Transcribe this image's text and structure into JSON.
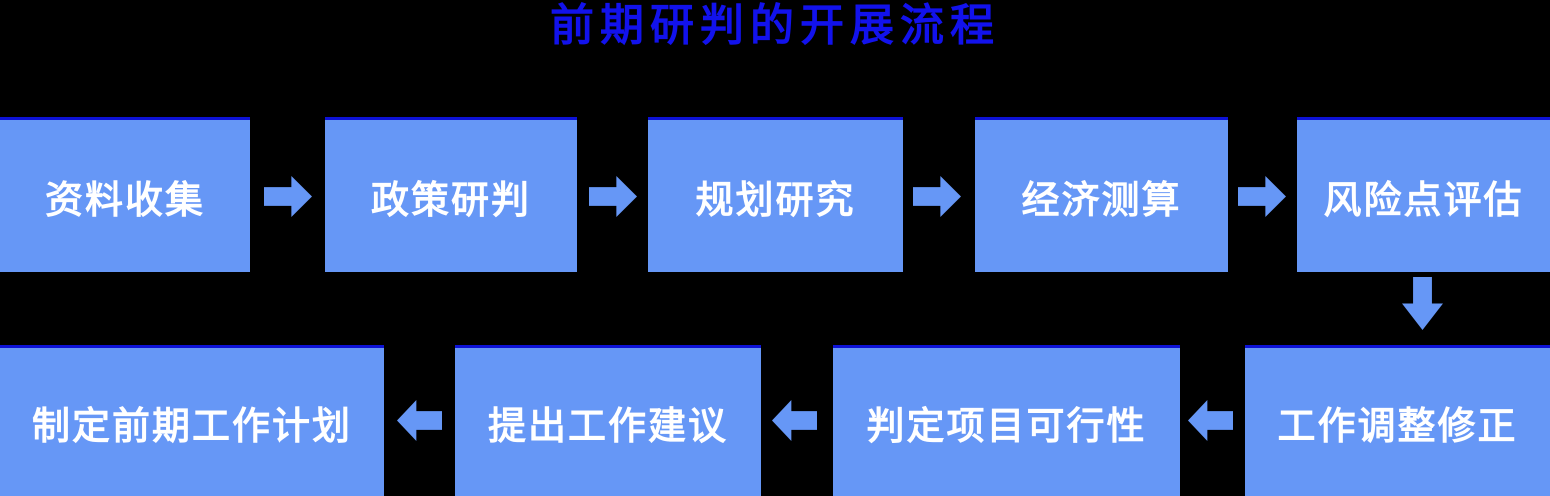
{
  "title": "前期研判的开展流程",
  "flow": {
    "top_row": [
      {
        "label": "资料收集"
      },
      {
        "label": "政策研判"
      },
      {
        "label": "规划研究"
      },
      {
        "label": "经济测算"
      },
      {
        "label": "风险点评估"
      }
    ],
    "bottom_row_display_left_to_right": [
      {
        "label": "制定前期工作计划"
      },
      {
        "label": "提出工作建议"
      },
      {
        "label": "判定项目可行性"
      },
      {
        "label": "工作调整修正"
      }
    ],
    "sequence_note": "top row flows left-to-right, then down from 风险点评估 to 工作调整修正, then bottom row flows right-to-left ending at 制定前期工作计划"
  },
  "colors": {
    "background": "#000000",
    "title_text": "#1212ec",
    "box_fill": "#6697f6",
    "box_top_border": "#0d12d6",
    "box_text": "#ffffff",
    "arrow_fill": "#6697f6"
  }
}
